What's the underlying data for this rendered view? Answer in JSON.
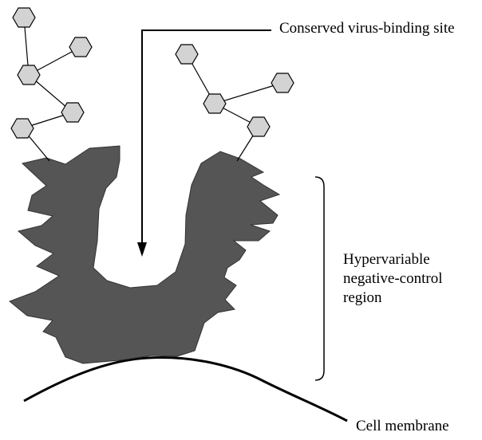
{
  "labels": {
    "binding_site": "Conserved virus-binding site",
    "hypervariable_line1": "Hypervariable",
    "hypervariable_line2": "negative-control",
    "hypervariable_line3": "region",
    "membrane": "Cell membrane"
  },
  "colors": {
    "receptor_fill": "#555555",
    "sugar_fill": "#d3d3d3",
    "stroke": "#000000"
  },
  "icons": {
    "sugar_unit": "hexagon-icon"
  }
}
